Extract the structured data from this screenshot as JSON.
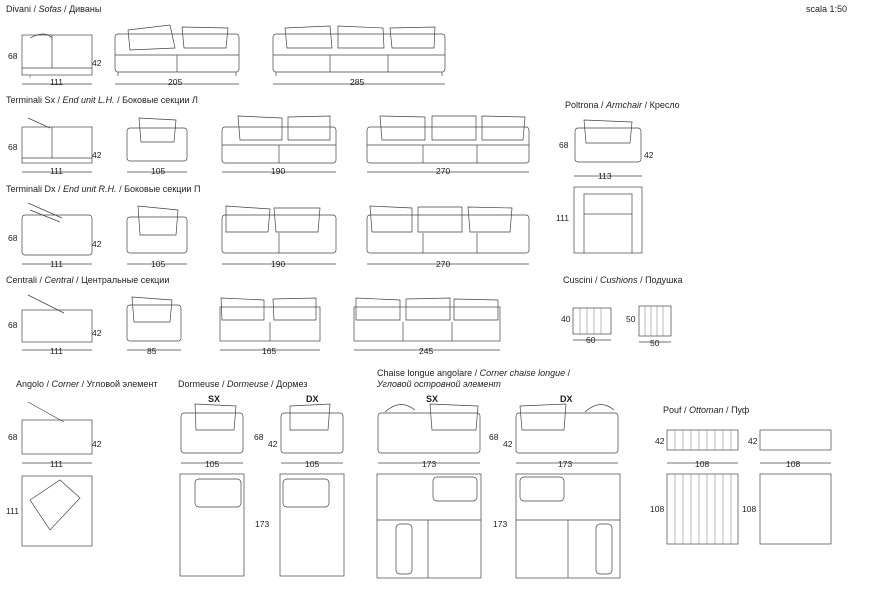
{
  "scale": "scala 1:50",
  "sections": {
    "sofas": {
      "a": "Divani",
      "b": "Sofas",
      "c": "Диваны"
    },
    "end_lh": {
      "a": "Terminali Sx",
      "b": "End unit L.H.",
      "c": "Боковые секции Л"
    },
    "end_rh": {
      "a": "Terminali Dx",
      "b": "End unit R.H.",
      "c": "Боковые секции П"
    },
    "central": {
      "a": "Centrali",
      "b": "Central",
      "c": "Центральные секции"
    },
    "armchair": {
      "a": "Poltrona",
      "b": "Armchair",
      "c": "Кресло"
    },
    "cushions": {
      "a": "Cuscini",
      "b": "Cushions",
      "c": "Подушка"
    },
    "corner": {
      "a": "Angolo",
      "b": "Corner",
      "c": "Угловой элемент"
    },
    "dormeuse": {
      "a": "Dormeuse",
      "b": "Dormeuse",
      "c": "Дормез"
    },
    "chaise": {
      "a": "Chaise longue angolare",
      "b": "Corner chaise longue",
      "c": "Угловой островной элемент"
    },
    "pouf": {
      "a": "Pouf",
      "b": "Ottoman",
      "c": "Пуф"
    }
  },
  "side_labels": {
    "sx": "SX",
    "dx": "DX"
  },
  "dims": {
    "d68": "68",
    "d42": "42",
    "d111": "111",
    "d205": "205",
    "d285": "285",
    "d105": "105",
    "d190": "190",
    "d270": "270",
    "d113": "113",
    "d85": "85",
    "d165": "165",
    "d245": "245",
    "d40": "40",
    "d50": "50",
    "d60": "60",
    "d173": "173",
    "d108": "108"
  }
}
